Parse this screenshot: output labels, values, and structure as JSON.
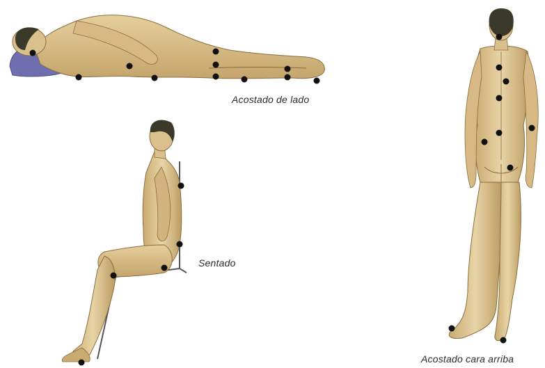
{
  "labels": {
    "lying_side": "Acostado de lado",
    "sitting": "Sentado",
    "lying_back": "Acostado cara arriba"
  },
  "colors": {
    "skin": "#d9c08c",
    "skin_shadow": "#a88a55",
    "hair": "#3b3a2a",
    "pillow": "#6f6fb0",
    "pressure_point": "#111111",
    "chair_line": "#555555"
  },
  "icons": [
    "pressure-point-marker"
  ]
}
